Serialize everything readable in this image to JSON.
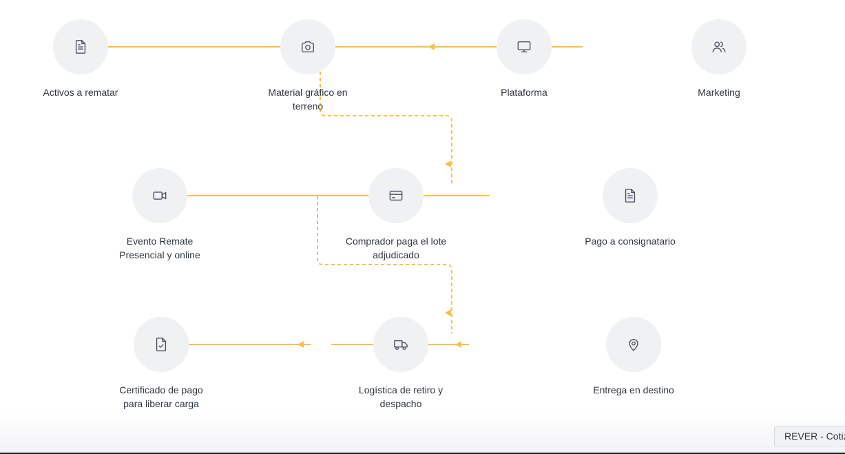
{
  "nodes": {
    "activos": {
      "label": "Activos a rematar",
      "icon": "document-icon"
    },
    "material": {
      "label": "Material gráfico en terreno",
      "icon": "camera-icon"
    },
    "plataforma": {
      "label": "Plataforma",
      "icon": "monitor-icon"
    },
    "marketing": {
      "label": "Marketing",
      "icon": "users-icon"
    },
    "evento": {
      "label": "Evento Remate Presencial y online",
      "icon": "video-camera-icon"
    },
    "comprador": {
      "label": "Comprador paga el lote adjudicado",
      "icon": "credit-card-icon"
    },
    "pago": {
      "label": "Pago a consignatario",
      "icon": "document-icon"
    },
    "certificado": {
      "label": "Certificado de pago para liberar carga",
      "icon": "file-check-icon"
    },
    "logistica": {
      "label": "Logística de retiro y despacho",
      "icon": "truck-icon"
    },
    "entrega": {
      "label": "Entrega en destino",
      "icon": "map-pin-icon"
    }
  },
  "cta": {
    "label": "REVER - Cotiz"
  },
  "colors": {
    "connector": "#f8c046",
    "circle": "#f0f1f3",
    "icon": "#4a5160"
  }
}
